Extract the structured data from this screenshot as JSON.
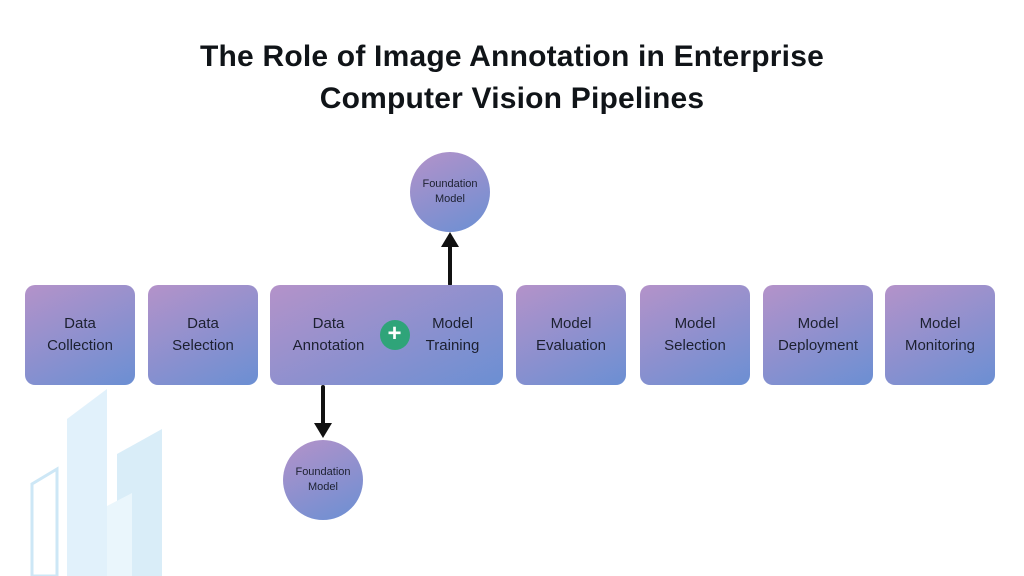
{
  "title": {
    "line1": "The Role of Image Annotation in Enterprise",
    "line2": "Computer Vision Pipelines"
  },
  "pipeline": {
    "stages": [
      {
        "label": "Data Collection"
      },
      {
        "label": "Data Selection"
      },
      {
        "label": "Model Evaluation"
      },
      {
        "label": "Model Selection"
      },
      {
        "label": "Model Deployment"
      },
      {
        "label": "Model Monitoring"
      }
    ],
    "annotation_training": {
      "left_label": "Data Annotation",
      "plus_symbol": "+",
      "right_label": "Model Training"
    },
    "foundation_model_top": {
      "label": "Foundation Model"
    },
    "foundation_model_bottom": {
      "label": "Foundation Model"
    }
  },
  "icons": {
    "plus": "plus-icon",
    "arrow_up": "arrow-up-icon",
    "arrow_down": "arrow-down-icon",
    "watermark": "building-watermark"
  },
  "colors": {
    "box_grad_start": "#b492c9",
    "box_grad_end": "#6b8fd3",
    "plus_green": "#2fa479",
    "arrow_black": "#111111",
    "title_text": "#101418",
    "box_text": "#1c2030",
    "watermark_blue": "#d9edf9"
  }
}
